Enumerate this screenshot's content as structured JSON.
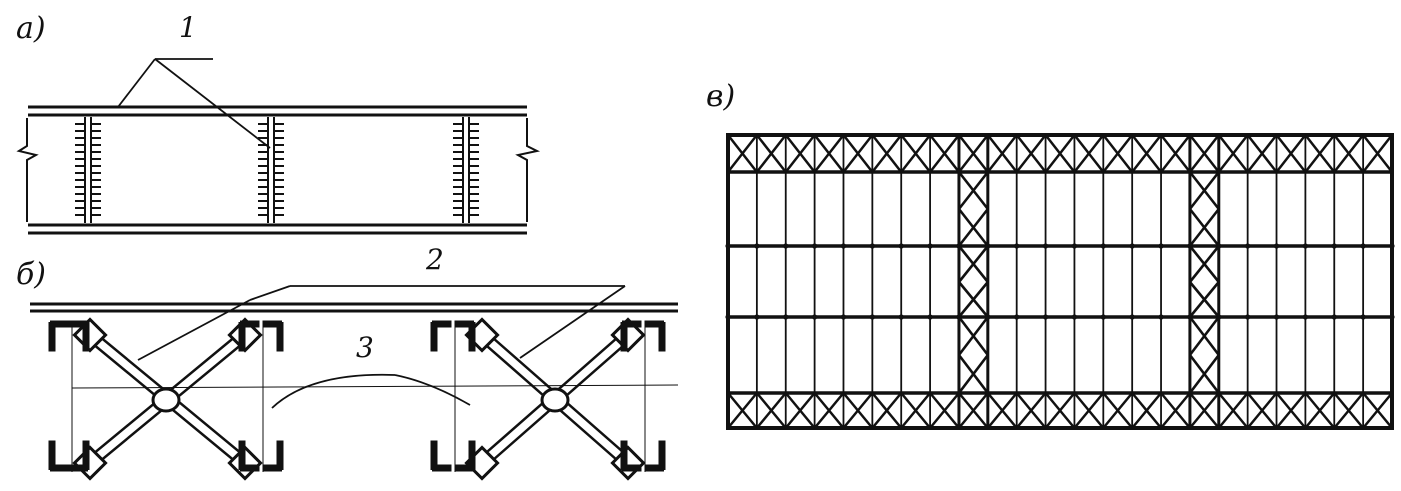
{
  "views": {
    "a": {
      "label": "а)"
    },
    "b": {
      "label": "б)"
    },
    "v": {
      "label": "в)"
    }
  },
  "callouts": {
    "one": "1",
    "two": "2",
    "three": "3"
  },
  "colors": {
    "ink": "#111111",
    "paper": "#ffffff"
  }
}
